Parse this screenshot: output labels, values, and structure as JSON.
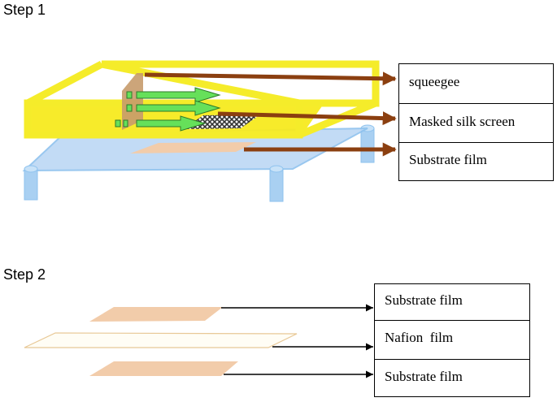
{
  "step1": {
    "title": "Step 1",
    "labels": [
      "squeegee",
      "Masked silk screen",
      "Substrate film"
    ]
  },
  "step2": {
    "title": "Step 2",
    "labels": [
      "Substrate film",
      "Nafion  film",
      "Substrate film"
    ]
  },
  "colors": {
    "frame": "#f5ec2a",
    "frame_fill": "#faf0a0",
    "table": "#bcd8f5",
    "table_edge": "#8ec2ee",
    "leg": "#a9d0f2",
    "substrate": "#f2ccaa",
    "nafion": "#fffdf5",
    "nafion_edge": "#e8c896",
    "squeegee": "#c79b6b",
    "screen_mesh": "#333333",
    "green_arrow": "#66e05a",
    "brown_arrow": "#8b3f10",
    "black": "#000000"
  }
}
